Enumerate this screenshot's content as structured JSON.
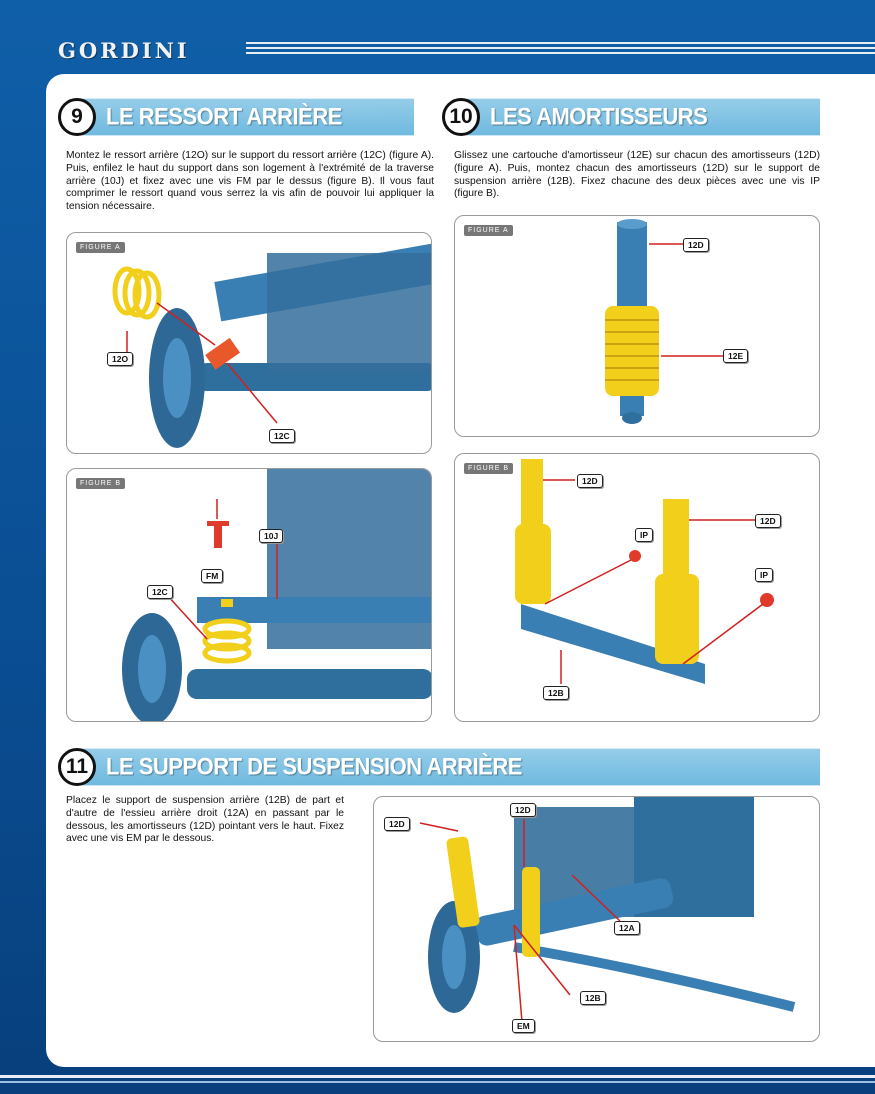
{
  "brand": {
    "logo": "GORDINI"
  },
  "section9": {
    "number": "9",
    "title": "LE RESSORT ARRIÈRE",
    "text": "Montez le ressort arrière (12O) sur le support du ressort arrière (12C) (figure A). Puis, enfilez le haut du support dans son logement à l'extrémité de la traverse arrière (10J) et fixez avec une vis FM par le dessus (figure B). Il vous faut comprimer le ressort quand vous serrez la vis afin de pouvoir lui appliquer la tension nécessaire.",
    "figA": {
      "label": "FIGURE A",
      "callouts": [
        "12O",
        "12C"
      ]
    },
    "figB": {
      "label": "FIGURE B",
      "callouts": [
        "FM",
        "10J",
        "12C"
      ]
    }
  },
  "section10": {
    "number": "10",
    "title": "LES AMORTISSEURS",
    "text": "Glissez une cartouche d'amortisseur (12E) sur chacun des amortisseurs (12D) (figure A). Puis, montez chacun des amortisseurs (12D) sur le support de suspension arrière (12B). Fixez chacune des deux pièces avec une vis IP (figure B).",
    "figA": {
      "label": "FIGURE A",
      "callouts": [
        "12D",
        "12E"
      ]
    },
    "figB": {
      "label": "FIGURE B",
      "callouts": [
        "12D",
        "12D",
        "IP",
        "IP",
        "12B"
      ]
    }
  },
  "section11": {
    "number": "11",
    "title": "LE SUPPORT DE SUSPENSION ARRIÈRE",
    "text": "Placez le support de suspension arrière (12B) de part et d'autre de l'essieu arrière droit (12A) en passant par le dessous, les amortisseurs (12D) pointant vers le haut. Fixez avec une vis EM par le dessous.",
    "fig": {
      "callouts": [
        "12D",
        "12D",
        "12A",
        "12B",
        "EM"
      ]
    }
  },
  "colors": {
    "page_blue": "#0f5fa8",
    "band_blue": "#7cc0e3",
    "part_blue": "#3a7fb3",
    "part_yellow": "#f2cf1a",
    "part_red": "#e03a2a",
    "part_orange": "#e8582a"
  },
  "icons": [
    "gordini-logo"
  ]
}
